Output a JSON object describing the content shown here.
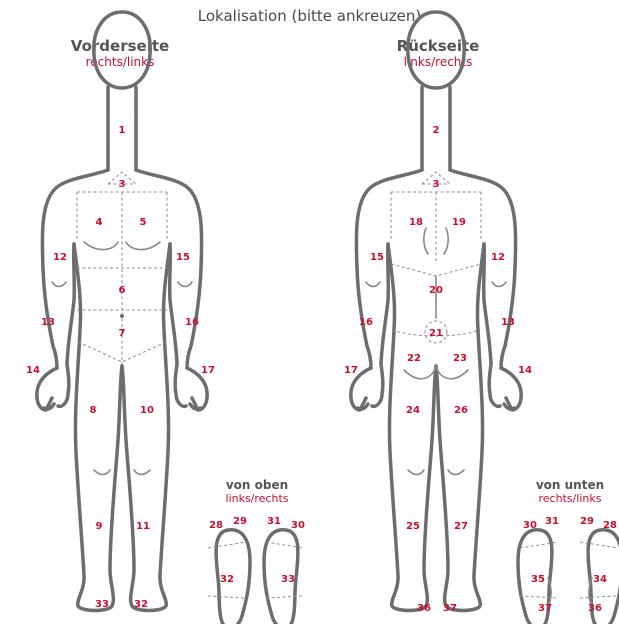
{
  "title": "Lokalisation (bitte ankreuzen)",
  "front": {
    "title": "Vorderseite",
    "subtitle": "rechts/links"
  },
  "back": {
    "title": "Rückseite",
    "subtitle": "links/rechts"
  },
  "feet_top": {
    "title": "von oben",
    "subtitle": "links/rechts"
  },
  "feet_bottom": {
    "title": "von unten",
    "subtitle": "rechts/links"
  },
  "accent_color": "#c8102e",
  "outline_color": "#6d6d6d",
  "regions": {
    "front": [
      "1",
      "3",
      "4",
      "5",
      "12",
      "15",
      "6",
      "13",
      "16",
      "7",
      "14",
      "17",
      "8",
      "10",
      "9",
      "11",
      "33",
      "32"
    ],
    "back": [
      "2",
      "3",
      "18",
      "19",
      "15",
      "12",
      "20",
      "16",
      "13",
      "21",
      "22",
      "23",
      "17",
      "14",
      "24",
      "26",
      "25",
      "27",
      "36",
      "37"
    ],
    "feet_top": [
      "28",
      "29",
      "31",
      "30",
      "32",
      "33"
    ],
    "feet_bottom": [
      "30",
      "31",
      "29",
      "28",
      "35",
      "34",
      "37",
      "36"
    ]
  }
}
